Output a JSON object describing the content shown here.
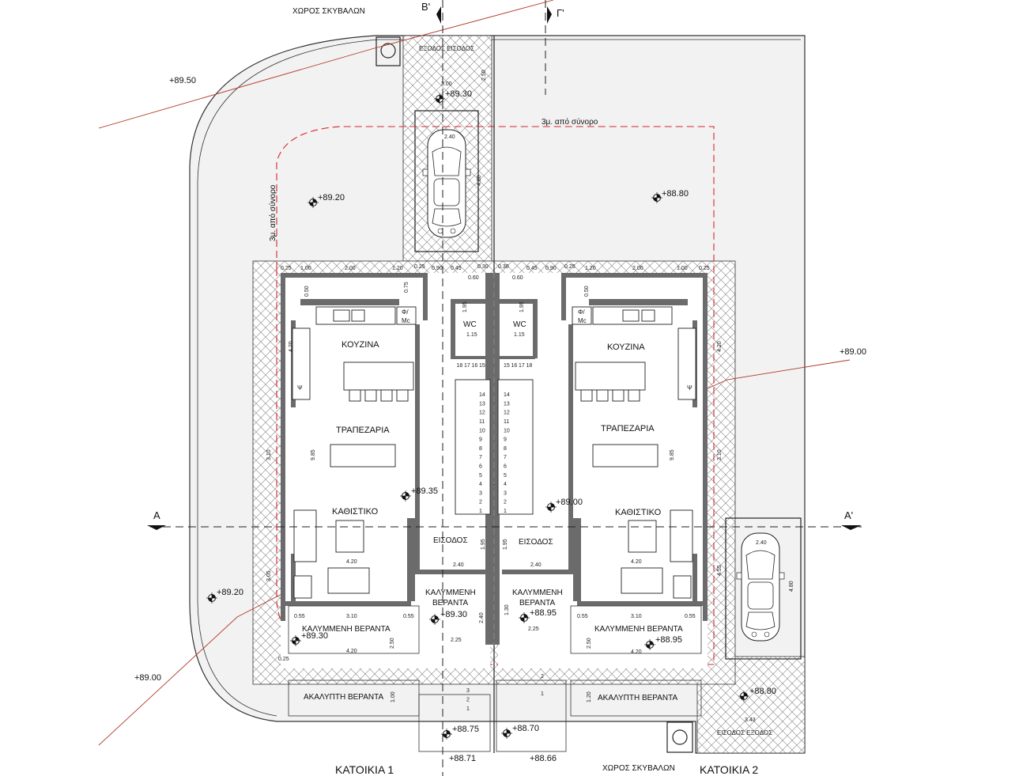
{
  "plan": {
    "labels": {
      "waste_area_top": "ΧΩΡΟΣ ΣΚΥΒΑΛΩΝ",
      "waste_area_bottom": "ΧΩΡΟΣ ΣΚΥΒΑΛΩΝ",
      "entrance_top": "ΕΞΟΔΟΣ ΕΙΣΟΔΟΣ",
      "entrance_bottom": "ΕΙΣΟΔΟΣ ΕΞΟΔΟΣ",
      "setback_top": "3μ. από σύνορο",
      "setback_left": "3μ. από σύνορο",
      "section_b": "Β'",
      "section_g": "Γ'",
      "section_a": "Α",
      "section_a2": "Α'",
      "house1": "ΚΑΤΟΙΚΙΑ 1",
      "house2": "ΚΑΤΟΙΚΙΑ 2"
    },
    "rooms_left": {
      "kitchen": "ΚΟΥΖΙΝΑ",
      "dining": "ΤΡΑΠΕΖΑΡΙΑ",
      "living": "ΚΑΘΙΣΤΙΚΟ",
      "entry": "ΕΙΣΟΔΟΣ",
      "wc": "WC",
      "fridge": "Φ/",
      "fridge2": "Mc",
      "psi": "Ψ",
      "covered_l1": "ΚΑΛΥΜΜΕΝΗ",
      "covered_l2": "ΒΕΡΑΝΤΑ",
      "covered_veranda": "ΚΑΛΥΜΜΕΝΗ ΒΕΡΑΝΤΑ",
      "open_veranda": "ΑΚΑΛΥΠΤΗ ΒΕΡΑΝΤΑ"
    },
    "rooms_right": {
      "kitchen": "ΚΟΥΖΙΝΑ",
      "dining": "ΤΡΑΠΕΖΑΡΙΑ",
      "living": "ΚΑΘΙΣΤΙΚΟ",
      "entry": "ΕΙΣΟΔΟΣ",
      "wc": "WC",
      "fridge": "Φ/",
      "fridge2": "Mc",
      "psi": "Ψ",
      "covered_l1": "ΚΑΛΥΜΜΕΝΗ",
      "covered_l2": "ΒΕΡΑΝΤΑ",
      "covered_veranda": "ΚΑΛΥΜΜΕΝΗ ΒΕΡΑΝΤΑ",
      "open_veranda": "ΑΚΑΛΥΠΤΗ ΒΕΡΑΝΤΑ"
    },
    "elevations": {
      "e1": "+89.50",
      "e2": "+89.30",
      "e3": "+89.20",
      "e4": "+88.80",
      "e5": "+89.00",
      "e6": "+89.35",
      "e7": "+89.00",
      "e8": "+89.20",
      "e9": "+89.30",
      "e10": "+88.95",
      "e11": "+89.30",
      "e12": "+88.95",
      "e13": "+89.00",
      "e14": "+88.80",
      "e15": "+88.75",
      "e16": "+88.70",
      "e17": "+88.71",
      "e18": "+88.66"
    },
    "dims": {
      "d300": "3.00",
      "d250": "2.50",
      "d240a": "2.40",
      "d480a": "4.80",
      "d240b": "2.40",
      "d480b": "4.80",
      "d455": "4.55",
      "d343": "3.43",
      "top_left": [
        "0.25",
        "1.00",
        "2.00",
        "1.20",
        "0.25",
        "0.90",
        "0.45",
        "0.30"
      ],
      "top_right": [
        "0.30",
        "0.45",
        "0.90",
        "0.25",
        "1.20",
        "2.00",
        "1.00",
        "0.25"
      ],
      "d060": "0.60",
      "d060b": "0.60",
      "d075": "0.75",
      "d050": "0.50",
      "d050b": "0.50",
      "d195": "1.95",
      "d195b": "1.95",
      "d115": "1.15",
      "d115b": "1.15",
      "d420a": "4.20",
      "d420b": "4.20",
      "d310a": "3.10",
      "d310b": "3.10",
      "d985a": "9.85",
      "d985b": "9.85",
      "d305": "3.05",
      "d420c": "4.20",
      "d420d": "4.20",
      "d240c": "2.40",
      "d240d": "2.40",
      "d195c": "1.95",
      "d195d": "1.95",
      "d055a": "0.55",
      "d310c": "3.10",
      "d055b": "0.55",
      "d055c": "0.55",
      "d310d": "3.10",
      "d055d": "0.55",
      "d250b": "2.50",
      "d250c": "2.50",
      "d420e": "4.20",
      "d420f": "4.20",
      "d025": "0.25",
      "d225a": "2.25",
      "d225b": "2.25",
      "d240e": "2.40",
      "d130": "1.30",
      "d100": "1.00",
      "d120": "1.20"
    },
    "stairs_left": [
      "1",
      "2",
      "3",
      "4",
      "5",
      "6",
      "7",
      "8",
      "9",
      "10",
      "11",
      "12",
      "13",
      "14",
      "15",
      "16",
      "17",
      "18"
    ],
    "stairs_right": [
      "1",
      "2",
      "3",
      "4",
      "5",
      "6",
      "7",
      "8",
      "9",
      "10",
      "11",
      "12",
      "13",
      "14",
      "15",
      "16",
      "17",
      "18"
    ],
    "steps_left": [
      "1",
      "2",
      "3"
    ],
    "steps_right": [
      "1",
      "2"
    ]
  }
}
